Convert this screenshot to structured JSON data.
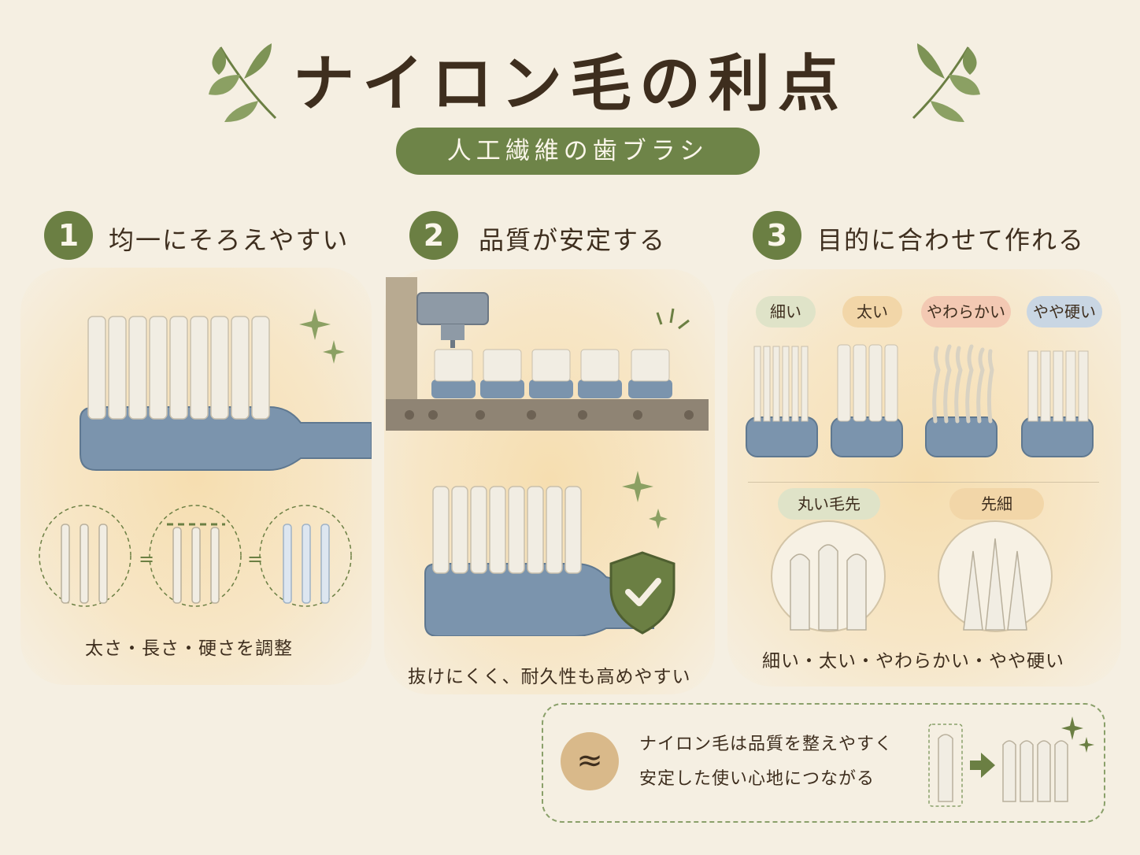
{
  "title": "ナイロン毛の利点",
  "subtitle": "人工繊維の歯ブラシ",
  "colors": {
    "background": "#f5efe2",
    "accent_green": "#6b7f43",
    "brush_blue": "#7b94ad",
    "bristle": "#f1ede3"
  },
  "sections": [
    {
      "number": "1",
      "heading": "均一にそろえやすい",
      "caption": "太さ・長さ・硬さを調整",
      "equals": [
        "=",
        "="
      ]
    },
    {
      "number": "2",
      "heading": "品質が安定する",
      "caption": "抜けにくく、耐久性も高めやすい"
    },
    {
      "number": "3",
      "heading": "目的に合わせて作れる",
      "caption": "細い・太い・やわらかい・やや硬い",
      "types": [
        {
          "label": "細い",
          "color": "#dfe3c8"
        },
        {
          "label": "太い",
          "color": "#f2d6a8"
        },
        {
          "label": "やわらかい",
          "color": "#f3c9b3"
        },
        {
          "label": "やや硬い",
          "color": "#c9d6e3"
        }
      ],
      "tips": [
        {
          "label": "丸い毛先",
          "color": "#dfe3c8"
        },
        {
          "label": "先細",
          "color": "#f2d6a8"
        }
      ]
    }
  ],
  "note": {
    "symbol": "≈",
    "line1": "ナイロン毛は品質を整えやすく",
    "line2": "安定した使い心地につながる"
  }
}
